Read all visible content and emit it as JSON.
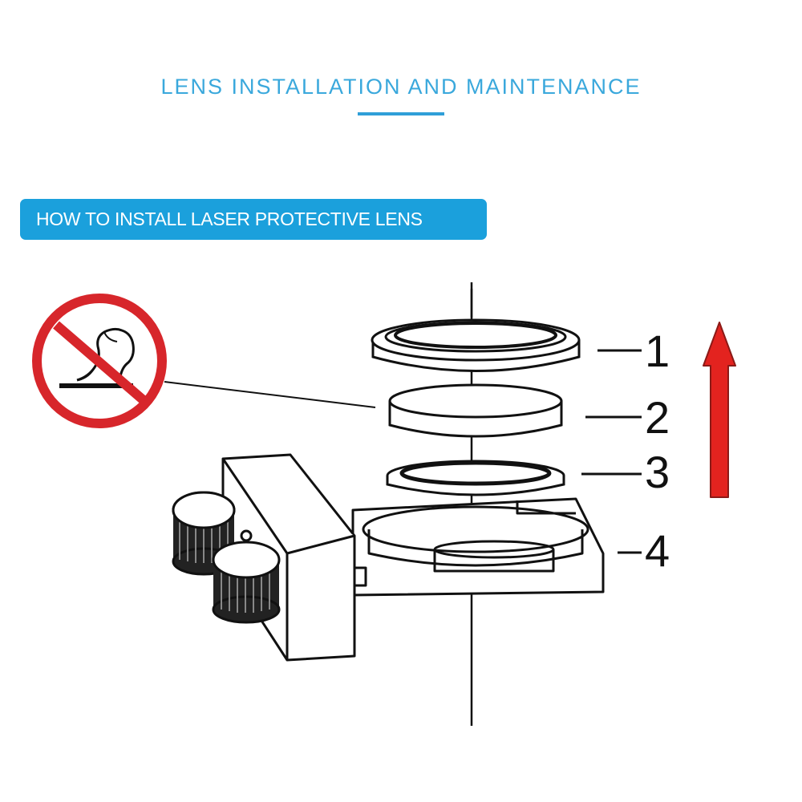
{
  "header": {
    "title": "LENS INSTALLATION AND MAINTENANCE"
  },
  "section": {
    "banner_label": "HOW TO INSTALL LASER PROTECTIVE LENS"
  },
  "diagram": {
    "callouts": [
      "1",
      "2",
      "3",
      "4"
    ],
    "icons": {
      "warning": "no-touch-lens-icon",
      "direction": "up-arrow-icon"
    },
    "colors": {
      "accent": "#1ba0dc",
      "title": "#3aa8dc",
      "prohibition": "#d7262b",
      "arrow": "#e3231f"
    }
  }
}
